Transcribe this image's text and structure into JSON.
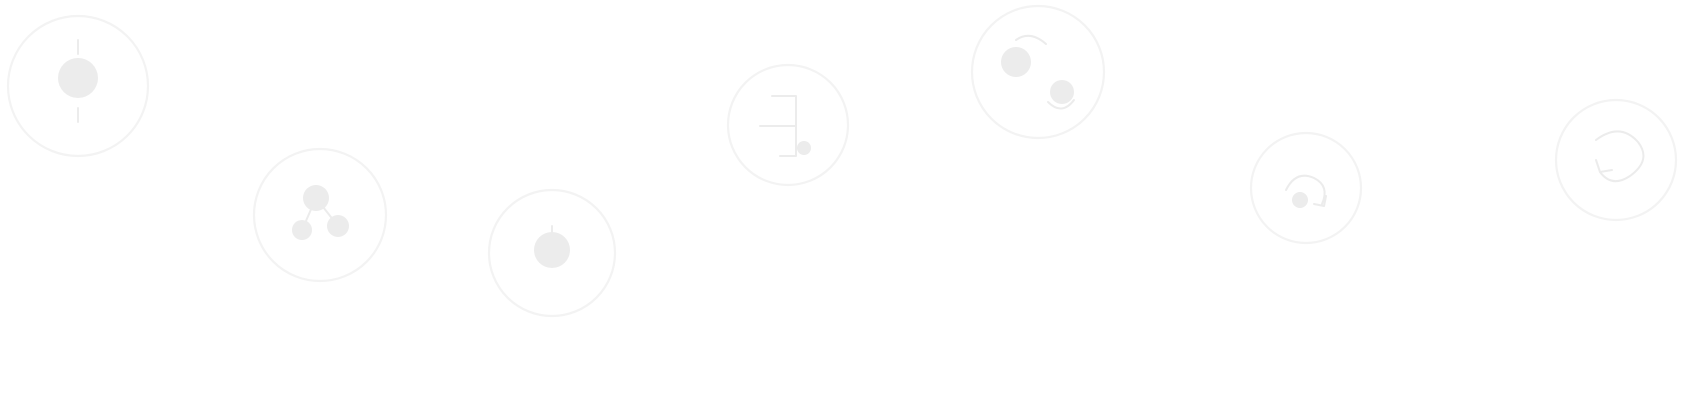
{
  "canvas": {
    "background": "#ffffff",
    "ring_color": "#f3f3f3",
    "glyph_color": "#ececec",
    "stem_top_color": "#ffffff",
    "stem_bottom_color": "#6f6f6f"
  },
  "pins": [
    {
      "id": "pin-1",
      "icon": "target-dot-icon"
    },
    {
      "id": "pin-2",
      "icon": "molecule-icon"
    },
    {
      "id": "pin-3",
      "icon": "dot-icon"
    },
    {
      "id": "pin-4",
      "icon": "bracket-icon"
    },
    {
      "id": "pin-5",
      "icon": "pair-dots-icon"
    },
    {
      "id": "pin-6",
      "icon": "arrow-swirl-icon"
    },
    {
      "id": "pin-7",
      "icon": "curly-arrow-icon"
    }
  ]
}
